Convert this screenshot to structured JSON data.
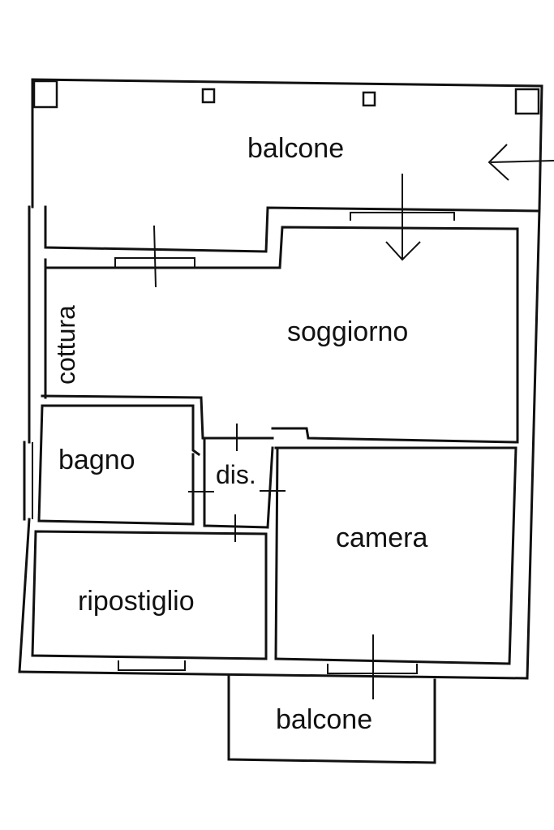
{
  "colors": {
    "line": "#111111",
    "background": "#ffffff"
  },
  "rooms": {
    "balcone_top": "balcone",
    "cottura": "cottura",
    "soggiorno": "soggiorno",
    "bagno": "bagno",
    "dis": "dis.",
    "camera": "camera",
    "ripostiglio": "ripostiglio",
    "balcone_bottom": "balcone"
  },
  "symbols": [
    "entrance-arrow-icon",
    "window-icon",
    "door-icon",
    "pillar-icon"
  ]
}
